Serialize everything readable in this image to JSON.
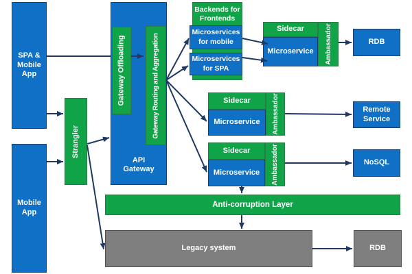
{
  "colors": {
    "blue": "#0F70C6",
    "green": "#10A348",
    "gray": "#7F7F7F",
    "arrow": "#1F3864"
  },
  "nodes": {
    "spa_mobile_app": "SPA &\nMobile\nApp",
    "mobile_app": "Mobile\nApp",
    "strangler": "Strangler",
    "api_gateway": "API\nGateway",
    "gateway_offloading": "Gateway Offloading",
    "gateway_routing": "Gateway Routing and Aggregation",
    "backends_for_frontends": "Backends for\nFrontends",
    "microservices_for_mobile": "Microservices\nfor mobile",
    "microservices_for_spa": "Microservices\nfor SPA",
    "sidecar1": "Sidecar",
    "microservice1": "Microservice",
    "ambassador1": "Ambassador",
    "sidecar2": "Sidecar",
    "microservice2": "Microservice",
    "ambassador2": "Ambassador",
    "sidecar3": "Sidecar",
    "microservice3": "Microservice",
    "ambassador3": "Ambassador",
    "rdb_top": "RDB",
    "remote_service": "Remote\nService",
    "nosql": "NoSQL",
    "anti_corruption_layer": "Anti-corruption Layer",
    "legacy_system": "Legacy system",
    "rdb_bottom": "RDB"
  },
  "edges": [
    {
      "from": "spa-mobile-app",
      "to": "gateway-routing-and-aggregation"
    },
    {
      "from": "spa-mobile-app",
      "to": "strangler"
    },
    {
      "from": "mobile-app",
      "to": "strangler"
    },
    {
      "from": "strangler",
      "to": "api-gateway"
    },
    {
      "from": "strangler",
      "to": "legacy-system"
    },
    {
      "from": "gateway-routing-and-aggregation",
      "to": "microservices-for-mobile"
    },
    {
      "from": "gateway-routing-and-aggregation",
      "to": "microservices-for-spa"
    },
    {
      "from": "gateway-routing-and-aggregation",
      "to": "microservice-2"
    },
    {
      "from": "gateway-routing-and-aggregation",
      "to": "microservice-3"
    },
    {
      "from": "microservices-for-mobile",
      "to": "microservice-1"
    },
    {
      "from": "microservices-for-spa",
      "to": "microservice-1"
    },
    {
      "from": "ambassador-1",
      "to": "rdb"
    },
    {
      "from": "ambassador-2",
      "to": "remote-service"
    },
    {
      "from": "ambassador-3",
      "to": "nosql"
    },
    {
      "from": "microservice-3",
      "to": "anti-corruption-layer"
    },
    {
      "from": "anti-corruption-layer",
      "to": "legacy-system"
    },
    {
      "from": "legacy-system",
      "to": "rdb-legacy"
    }
  ]
}
